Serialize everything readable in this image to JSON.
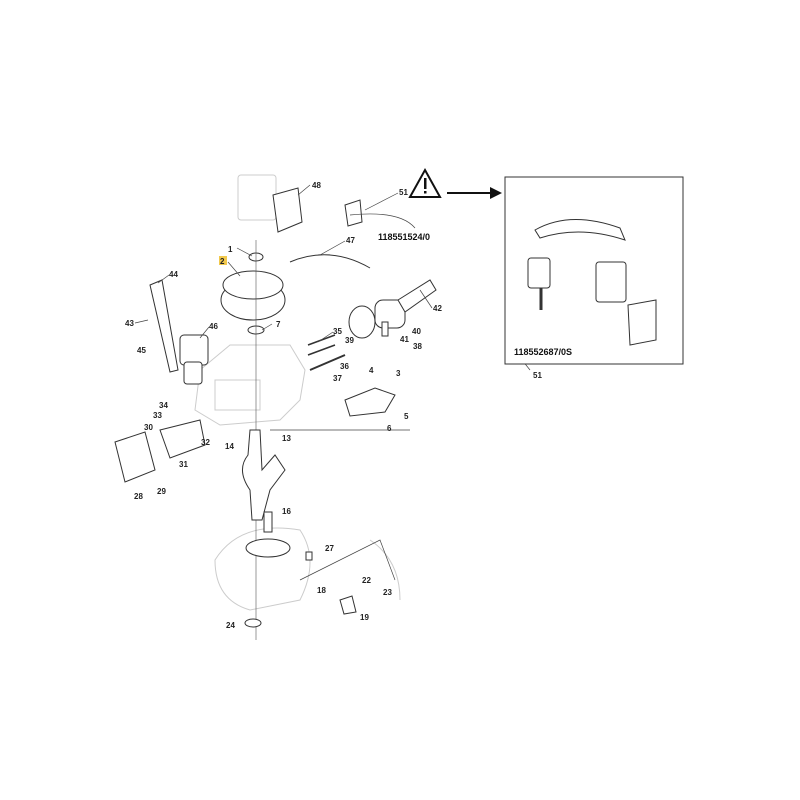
{
  "diagram": {
    "highlight_color": "#f2c94c",
    "highlighted_part": "2",
    "kit_codes": {
      "ignition_kit": "118551524/0",
      "kit_box": "118552687/0S"
    },
    "warning_icon": "warning-triangle",
    "labels": {
      "l1": "1",
      "l2": "2",
      "l3": "3",
      "l4": "4",
      "l5": "5",
      "l6": "6",
      "l7": "7",
      "l13": "13",
      "l14": "14",
      "l16": "16",
      "l18": "18",
      "l19": "19",
      "l22": "22",
      "l23": "23",
      "l24": "24",
      "l27": "27",
      "l28": "28",
      "l29": "29",
      "l30": "30",
      "l31": "31",
      "l32": "32",
      "l33": "33",
      "l34": "34",
      "l35": "35",
      "l36": "36",
      "l37": "37",
      "l38": "38",
      "l39": "39",
      "l40": "40",
      "l41": "41",
      "l42": "42",
      "l43": "43",
      "l44": "44",
      "l45": "45",
      "l46": "46",
      "l47": "47",
      "l48": "48",
      "l51": "51",
      "l51b": "51"
    }
  }
}
